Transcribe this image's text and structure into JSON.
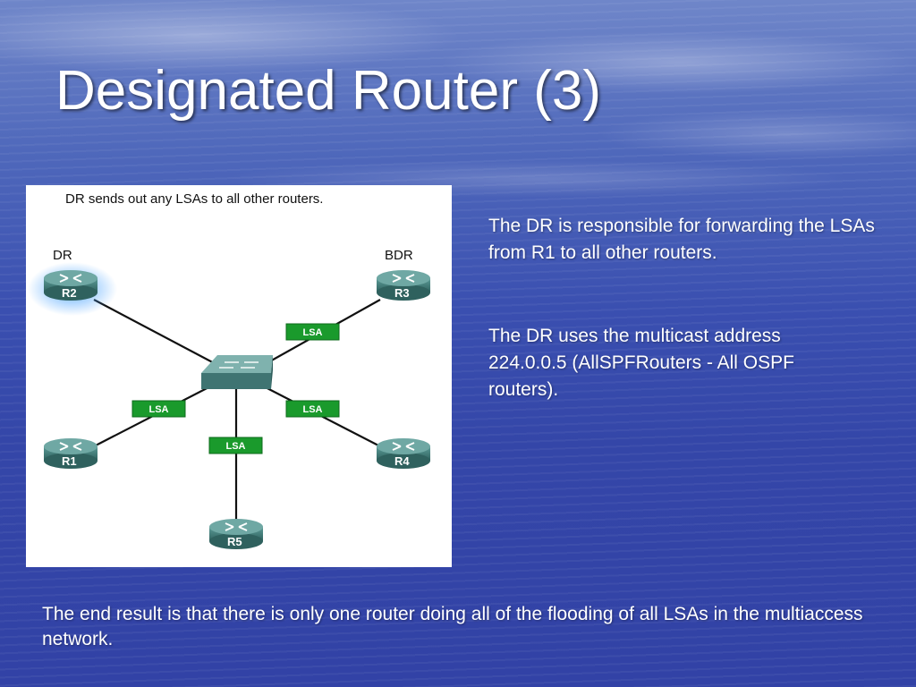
{
  "slide": {
    "title": "Designated Router (3)",
    "paragraphs": [
      "The DR is responsible for forwarding the LSAs from R1 to all other routers.",
      "The DR uses the multicast address 224.0.0.5 (AllSPFRouters - All OSPF routers).",
      "The end result is that there is only one router doing all of the flooding of all LSAs in the multiaccess network."
    ]
  },
  "figure": {
    "caption": "DR sends out any LSAs to all other routers.",
    "role_labels": {
      "dr": "DR",
      "bdr": "BDR"
    },
    "routers": [
      "R2",
      "R3",
      "R1",
      "R4",
      "R5"
    ],
    "lsa_label": "LSA",
    "colors": {
      "router": "#4d8a87",
      "switch": "#5b8f8d",
      "lsa": "#1a9a2c",
      "dr_glow": "#4aa3ff",
      "link": "#111111"
    }
  }
}
